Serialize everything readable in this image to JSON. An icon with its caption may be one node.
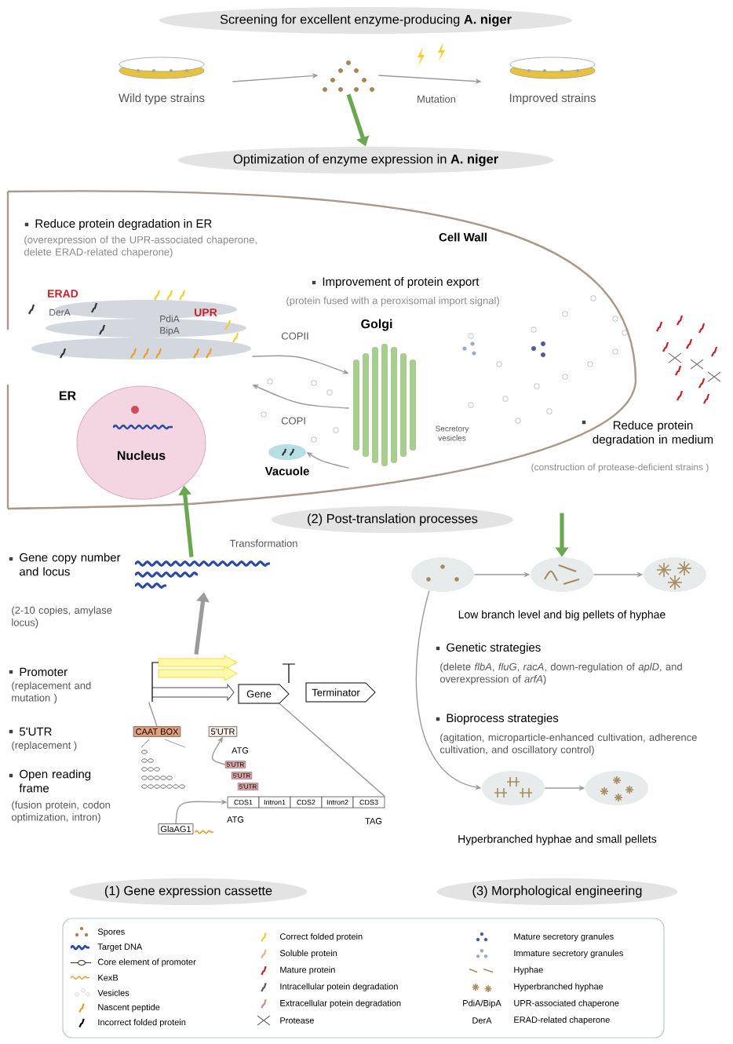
{
  "diagram": {
    "nodes": [
      {
        "text": [
          "Screening for excellent enzyme-producing **A. niger**"
        ]
      },
      {
        "text": [
          "Wild type strains"
        ]
      },
      {
        "text": [],
        "shape": "picture"
      },
      {
        "text": [
          "Improved strains"
        ]
      },
      {
        "text": [
          "Optimization of enzyme expression in **A. niger**"
        ]
      },
      {
        "text": [
          "Cell Wall"
        ]
      },
      {
        "text": [
          "ER"
        ],
        "in": 5
      },
      {
        "text": [
          "Nucleus"
        ],
        "in": 5
      },
      {
        "text": [
          "Golgi"
        ],
        "in": 5
      },
      {
        "text": [
          "Vacuole"
        ],
        "in": 5
      },
      {
        "text": [
          "(2) Post-translation processes"
        ]
      },
      {
        "text": [],
        "shape": "picture"
      },
      {
        "text": [],
        "shape": "picture"
      },
      {
        "text": [
          "Gene"
        ]
      },
      {
        "text": [
          "Terminator"
        ]
      },
      {
        "text": [
          "CAAT BOX"
        ]
      },
      {
        "text": [
          "5'UTR"
        ]
      },
      {
        "text": [
          "5'UTR"
        ]
      },
      {
        "text": [
          "5'UTR"
        ]
      },
      {
        "text": [
          "5'UTR"
        ]
      },
      {
        "text": [
          "GlaAG1"
        ]
      },
      {
        "text": [
          "CDS1"
        ]
      },
      {
        "text": [
          "Intron1"
        ]
      },
      {
        "text": [
          "CDS2"
        ]
      },
      {
        "text": [
          "Intron2"
        ]
      },
      {
        "text": [
          "CDS3"
        ]
      },
      {
        "text": [
          "(1) Gene expression cassette"
        ]
      },
      {
        "text": [],
        "shape": "picture"
      },
      {
        "text": [],
        "shape": "picture"
      },
      {
        "text": [],
        "shape": "picture"
      },
      {
        "text": [],
        "shape": "picture"
      },
      {
        "text": [],
        "shape": "picture"
      },
      {
        "text": [
          "(3) Morphological engineering"
        ]
      }
    ],
    "edges": [
      {
        "from": 1,
        "to": 2,
        "arrow": "to"
      },
      {
        "from": 2,
        "to": 3,
        "arrow": "to",
        "label": "Mutation"
      },
      {
        "from": 2,
        "to": 4,
        "arrow": "to",
        "style": "thick",
        "color": "#6aa84f"
      },
      {
        "from": 6,
        "to": 8,
        "arrow": "to",
        "label": "COPII"
      },
      {
        "from": 8,
        "to": 6,
        "arrow": "to",
        "label": "COPI"
      },
      {
        "from": 8,
        "to": 9,
        "arrow": "to"
      },
      {
        "from": 11,
        "to": 7,
        "arrow": "to",
        "label": "Transformation",
        "style": "thick",
        "color": "#6aa84f"
      },
      {
        "from": 12,
        "to": 11,
        "arrow": "to",
        "style": "thick"
      },
      {
        "from": 12,
        "to": 15,
        "arrow": "none"
      },
      {
        "from": 13,
        "to": 25,
        "arrow": "none"
      },
      {
        "from": 17,
        "to": 16,
        "arrow": "to"
      },
      {
        "from": 20,
        "to": 21,
        "arrow": "to"
      },
      {
        "from": 5,
        "to": 28,
        "arrow": "to",
        "style": "thick",
        "color": "#6aa84f"
      },
      {
        "from": 27,
        "to": 28,
        "arrow": "to"
      },
      {
        "from": 28,
        "to": 29,
        "arrow": "to"
      },
      {
        "from": 27,
        "to": 30,
        "arrow": "to"
      },
      {
        "from": 30,
        "to": 31,
        "arrow": "to"
      }
    ],
    "labels": [
      "Reduce protein degradation in ER",
      "(overexpression of the UPR-associated chaperone, delete ERAD-related chaperone)",
      "ERAD",
      "DerA",
      "UPR",
      "PdiA",
      "BipA",
      "Improvement of protein export",
      "(protein fused with a peroxisomal import signal)",
      "Secretory vesicles",
      "Reduce protein degradation in medium",
      "(construction of protease-deficient strains )",
      "Gene copy number and locus",
      "(2-10 copies, amylase locus)",
      "Low branch level and big pellets of hyphae",
      "Genetic strategies",
      "(delete *flbA*, *fluG*, *racA*, down-regulation of *aplD*, and overexpression of *arfA*)",
      "Promoter",
      "(replacement and mutation )",
      "ATG",
      "5'UTR",
      "(replacement )",
      "Bioprocess strategies",
      "(agitation, microparticle-enhanced cultivation, adherence cultivation, and oscillatory control)",
      "Open reading frame",
      "(fusion protein, codon optimization, intron)",
      "ATG",
      "TAG",
      "Hyperbranched hyphae and small pellets",
      "PdiA/BipA",
      "DerA"
    ],
    "legend": [
      {
        "text": "Spores"
      },
      {
        "text": "Target DNA"
      },
      {
        "text": "Core element of promoter"
      },
      {
        "text": "KexB"
      },
      {
        "text": "Vesicles"
      },
      {
        "text": "Nascent peptide"
      },
      {
        "text": "Incorrect folded protein"
      },
      {
        "text": "Correct folded protein"
      },
      {
        "text": "Soluble protein"
      },
      {
        "text": "Mature protein"
      },
      {
        "text": "Intracellular potein degradation"
      },
      {
        "text": "Extracellular potein degradation"
      },
      {
        "text": "Protease"
      },
      {
        "text": "Mature secretory granules"
      },
      {
        "text": "Immature secretory granules"
      },
      {
        "text": "Hyphae"
      },
      {
        "text": "Hyperbranched hyphae"
      },
      {
        "text": "UPR-associated chaperone"
      },
      {
        "text": "ERAD-related chaperone"
      }
    ]
  }
}
